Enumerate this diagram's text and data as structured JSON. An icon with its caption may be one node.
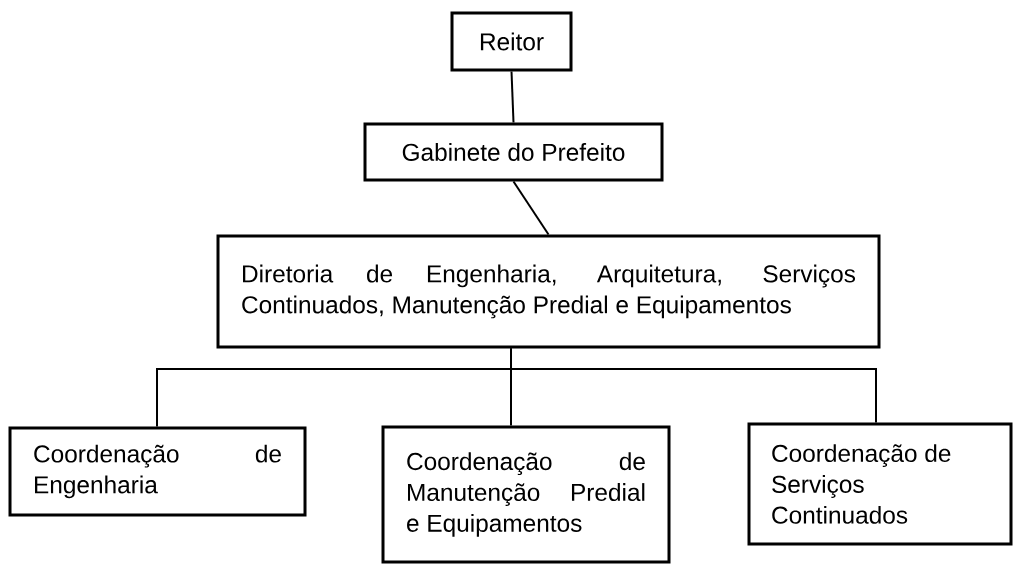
{
  "diagram": {
    "nodes": [
      {
        "text": [
          "Reitor"
        ]
      },
      {
        "text": [
          "Gabinete do Prefeito"
        ]
      },
      {
        "text": [
          "Diretoria de Engenharia, Arquitetura, Serviços Continuados, Manutenção Predial e Equipamentos"
        ]
      },
      {
        "text": [
          "Coordenação de Engenharia"
        ]
      },
      {
        "text": [
          "Coordenação de Manutenção Predial e Equipamentos"
        ]
      },
      {
        "text": [
          "Coordenação de Serviços Continuados"
        ]
      }
    ],
    "edges": [
      {
        "from": 0,
        "to": 1,
        "arrow": "none"
      },
      {
        "from": 1,
        "to": 2,
        "arrow": "none"
      },
      {
        "from": 2,
        "to": 3,
        "arrow": "none"
      },
      {
        "from": 2,
        "to": 4,
        "arrow": "none"
      },
      {
        "from": 2,
        "to": 5,
        "arrow": "none"
      }
    ]
  }
}
